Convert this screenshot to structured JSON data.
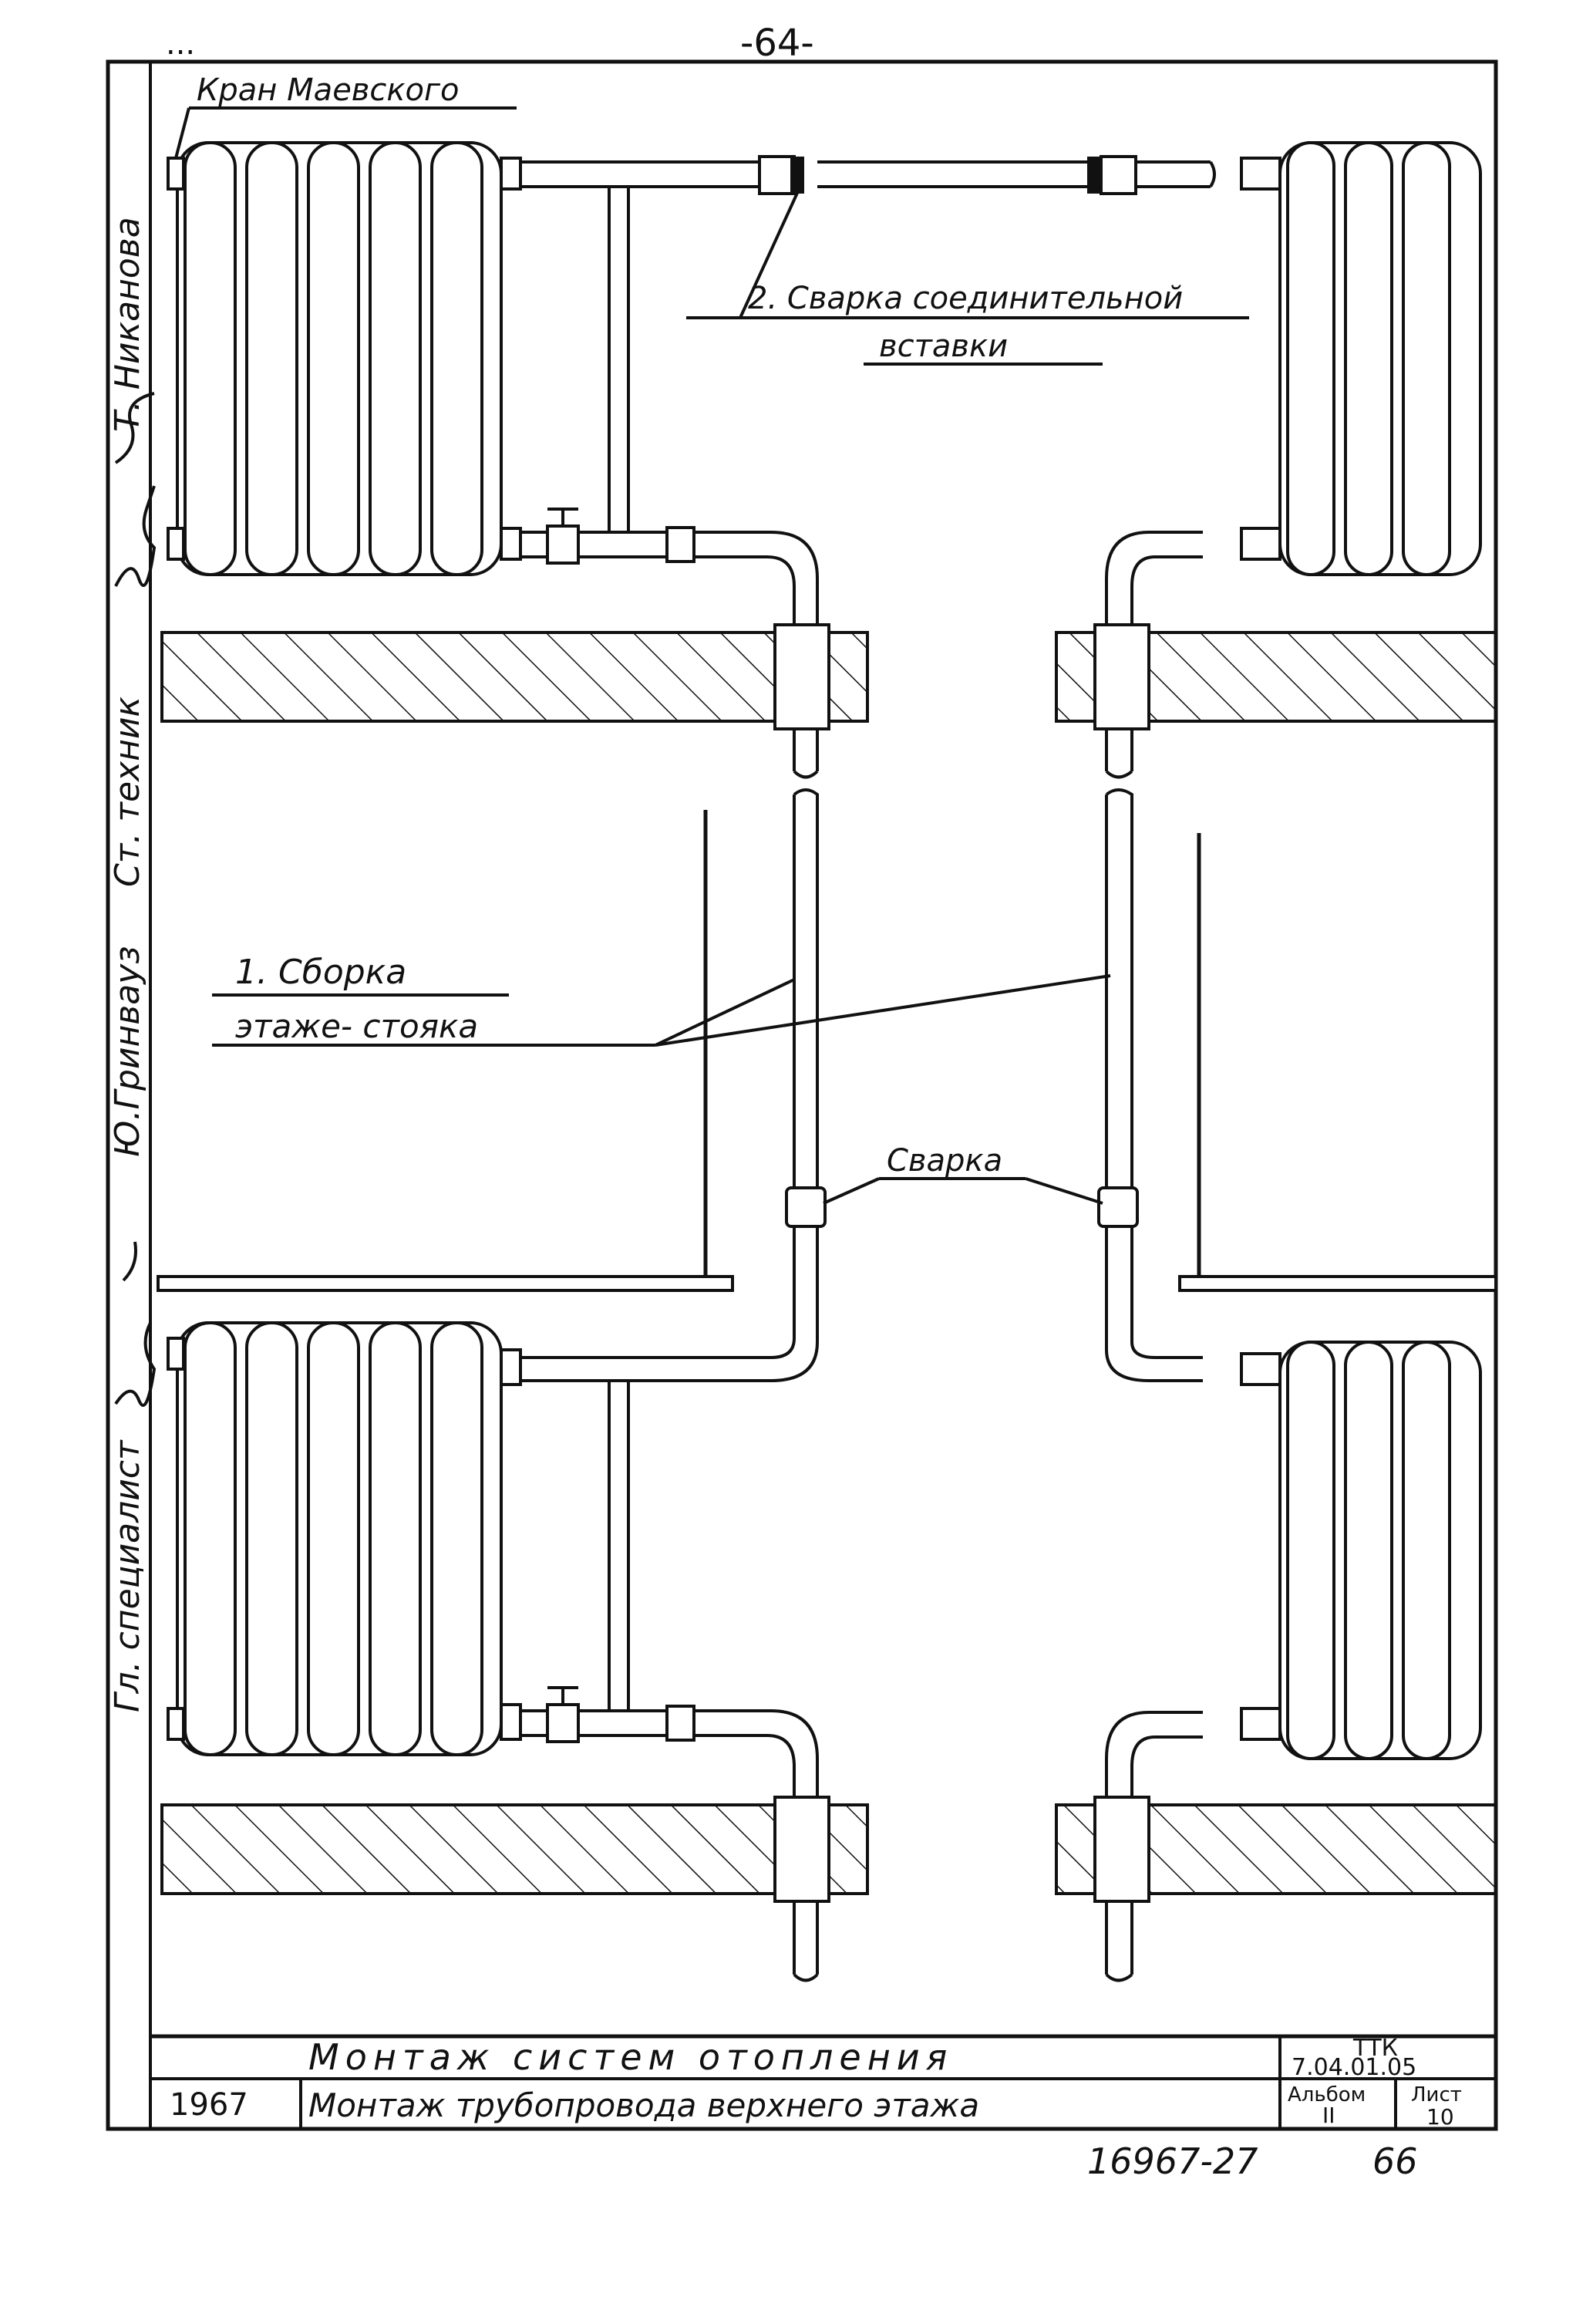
{
  "header_marks": {
    "top_left": "...",
    "top_center": "-64-"
  },
  "labels": {
    "mayevsky_valve": "Кран Маевского",
    "insert_weld_line1": "2. Сварка соединительной",
    "insert_weld_line2": "вставки",
    "riser_weld_line1": "1. Сборка",
    "riser_weld_line2": "этаже- стояка",
    "weld": "Сварка"
  },
  "side_stamp": {
    "chief_specialist": "Гл. специалист",
    "name1": "Ю.Гринвауз",
    "name2": "Ст. техник",
    "name3": "Т. Никанова"
  },
  "title_block": {
    "main_title": "Монтаж систем отопления",
    "code_label": "ТТК",
    "code_value": "7.04.01.05",
    "year": "1967",
    "subtitle": "Монтаж трубопровода верхнего этажа",
    "album_label": "Альбом",
    "album_value": "II",
    "sheet_label": "Лист",
    "sheet_value": "10"
  },
  "footer_numbers": {
    "drawing_no": "16967-27",
    "page_no": "66"
  }
}
